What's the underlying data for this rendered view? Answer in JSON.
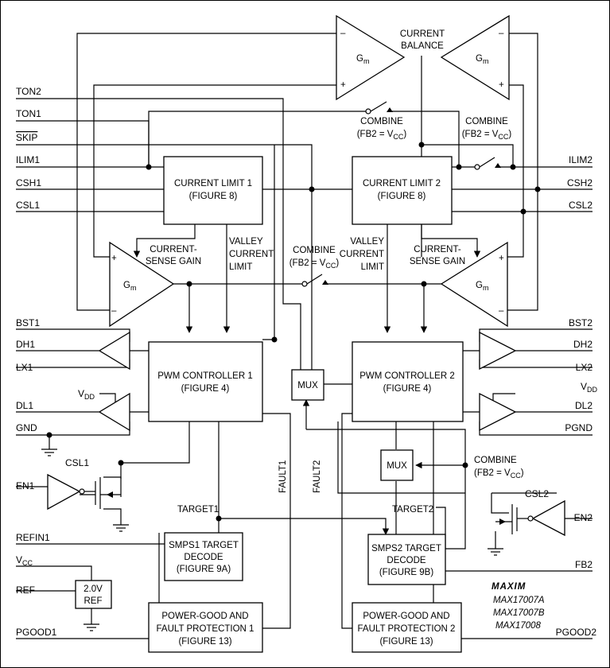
{
  "pins_left": {
    "ton2": "TON2",
    "ton1": "TON1",
    "skip": "SKIP",
    "ilim1": "ILIM1",
    "csh1": "CSH1",
    "csl1": "CSL1",
    "bst1": "BST1",
    "dh1": "DH1",
    "lx1": "LX1",
    "vdd": "V",
    "vdd_sub": "DD",
    "dl1": "DL1",
    "gnd": "GND",
    "csl1_cmp": "CSL1",
    "en1": "EN1",
    "refin1": "REFIN1",
    "vcc": "V",
    "vcc_sub": "CC",
    "ref": "REF",
    "pgood1": "PGOOD1"
  },
  "pins_right": {
    "ilim2": "ILIM2",
    "csh2": "CSH2",
    "csl2": "CSL2",
    "bst2": "BST2",
    "dh2": "DH2",
    "lx2": "LX2",
    "vdd": "V",
    "vdd_sub": "DD",
    "dl2": "DL2",
    "pgnd": "PGND",
    "csl2_cmp": "CSL2",
    "en2": "EN2",
    "fb2": "FB2",
    "pgood2": "PGOOD2"
  },
  "blocks": {
    "current_limit_1": [
      "CURRENT LIMIT 1",
      "(FIGURE 8)"
    ],
    "current_limit_2": [
      "CURRENT LIMIT 2",
      "(FIGURE 8)"
    ],
    "pwm_controller_1": [
      "PWM CONTROLLER 1",
      "(FIGURE 4)"
    ],
    "pwm_controller_2": [
      "PWM CONTROLLER 2",
      "(FIGURE 4)"
    ],
    "smps1_target": [
      "SMPS1 TARGET",
      "DECODE",
      "(FIGURE 9A)"
    ],
    "smps2_target": [
      "SMPS2 TARGET",
      "DECODE",
      "(FIGURE 9B)"
    ],
    "pgood_fault_1": [
      "POWER-GOOD AND",
      "FAULT PROTECTION 1",
      "(FIGURE 13)"
    ],
    "pgood_fault_2": [
      "POWER-GOOD AND",
      "FAULT PROTECTION 2",
      "(FIGURE 13)"
    ],
    "ref": [
      "2.0V",
      "REF"
    ],
    "mux": "MUX"
  },
  "labels": {
    "gm": "G",
    "gm_sub": "m",
    "plus": "+",
    "minus": "–",
    "current_balance": [
      "CURRENT",
      "BALANCE"
    ],
    "combine": "COMBINE",
    "combine_cond": "(FB2 = V",
    "combine_cond_sub": "CC",
    "combine_cond_end": ")",
    "current_sense_gain": [
      "CURRENT-",
      "SENSE GAIN"
    ],
    "valley_current_limit": [
      "VALLEY",
      "CURRENT",
      "LIMIT"
    ],
    "target1": "TARGET1",
    "target2": "TARGET2",
    "fault1": "FAULT1",
    "fault2": "FAULT2"
  },
  "branding": {
    "logo": "MAXIM",
    "parts": [
      "MAX17007A",
      "MAX17007B",
      "MAX17008"
    ]
  }
}
